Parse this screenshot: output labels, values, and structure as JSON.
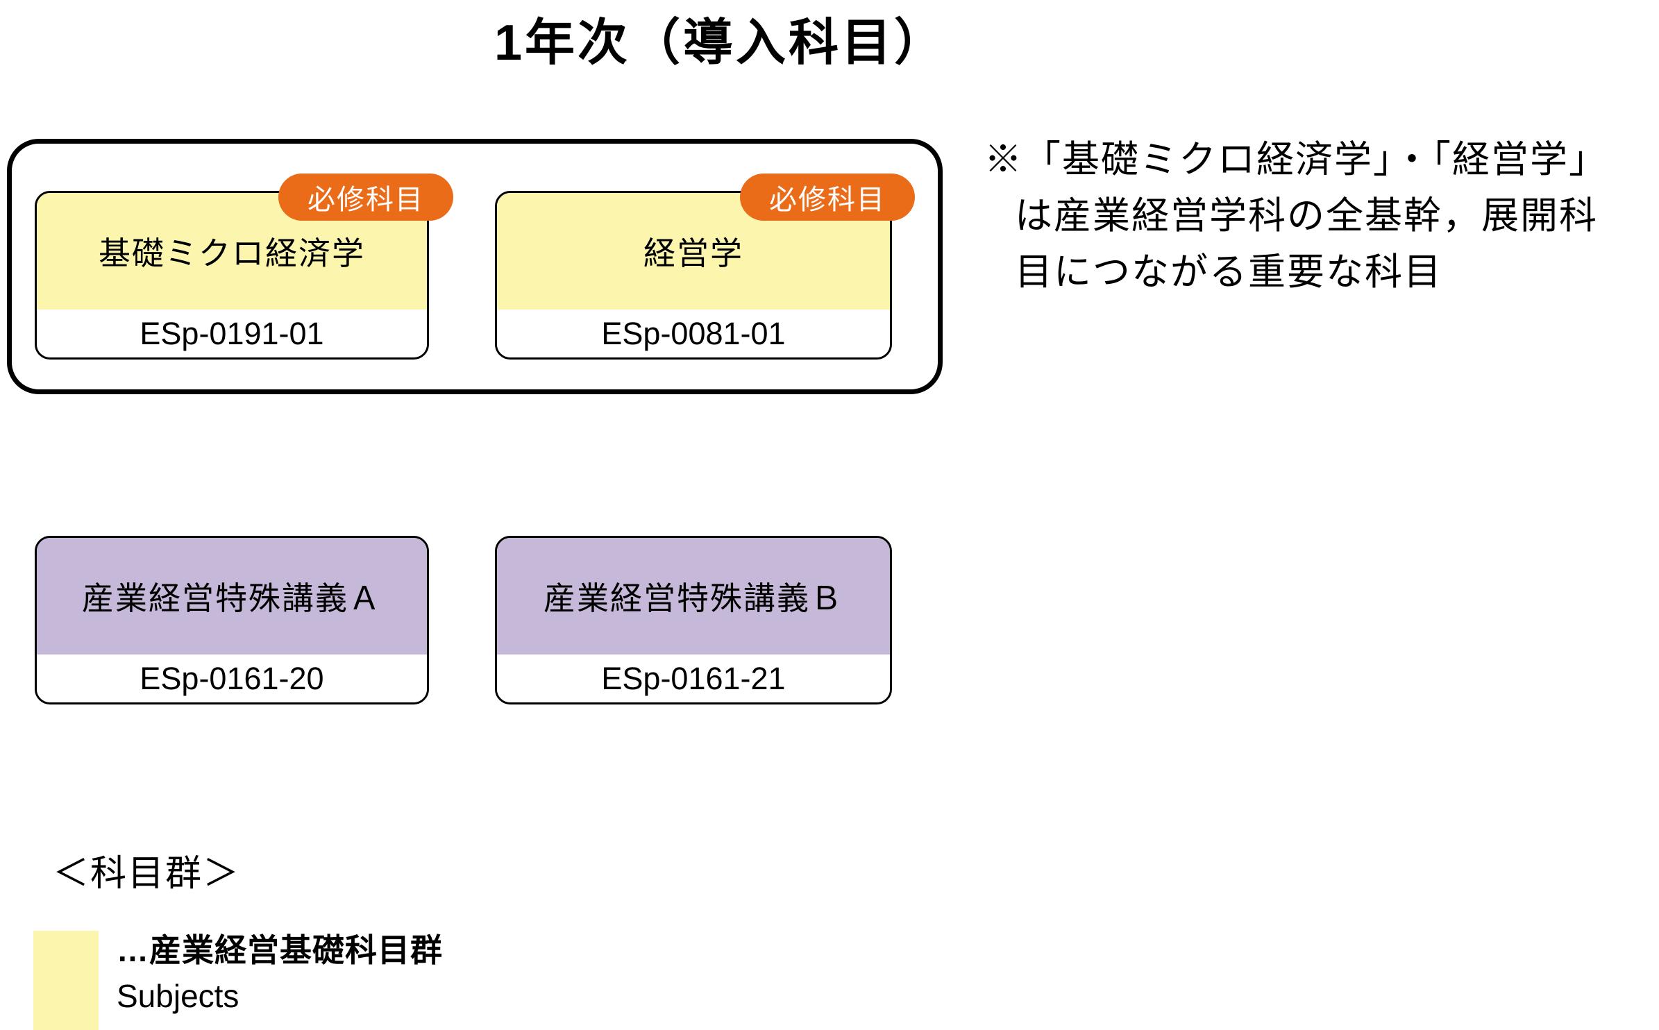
{
  "page_title": "1年次（導入科目）",
  "intro_group": {
    "courses": [
      {
        "name": "基礎ミクロ経済学",
        "code": "ESp-0191-01",
        "badge": "必修科目"
      },
      {
        "name": "経営学",
        "code": "ESp-0081-01",
        "badge": "必修科目"
      }
    ]
  },
  "special_lectures": [
    {
      "name": "産業経営特殊講義Ａ",
      "code": "ESp-0161-20"
    },
    {
      "name": "産業経営特殊講義Ｂ",
      "code": "ESp-0161-21"
    }
  ],
  "note_lines": [
    "※「基礎ミクロ経済学」・「経営学」",
    "は産業経営学科の全基幹，展開科",
    "目につながる重要な科目"
  ],
  "legend": {
    "heading": "＜科目群＞",
    "items": [
      {
        "label": "…産業経営基礎科目群",
        "sublabel": "Subjects",
        "swatch_color": "#FBF5AE"
      }
    ]
  },
  "colors": {
    "basic_subjects_fill": "#FBF5AE",
    "special_lecture_fill": "#C5B8D9",
    "required_badge_fill": "#EA6B18",
    "border": "#000000"
  }
}
